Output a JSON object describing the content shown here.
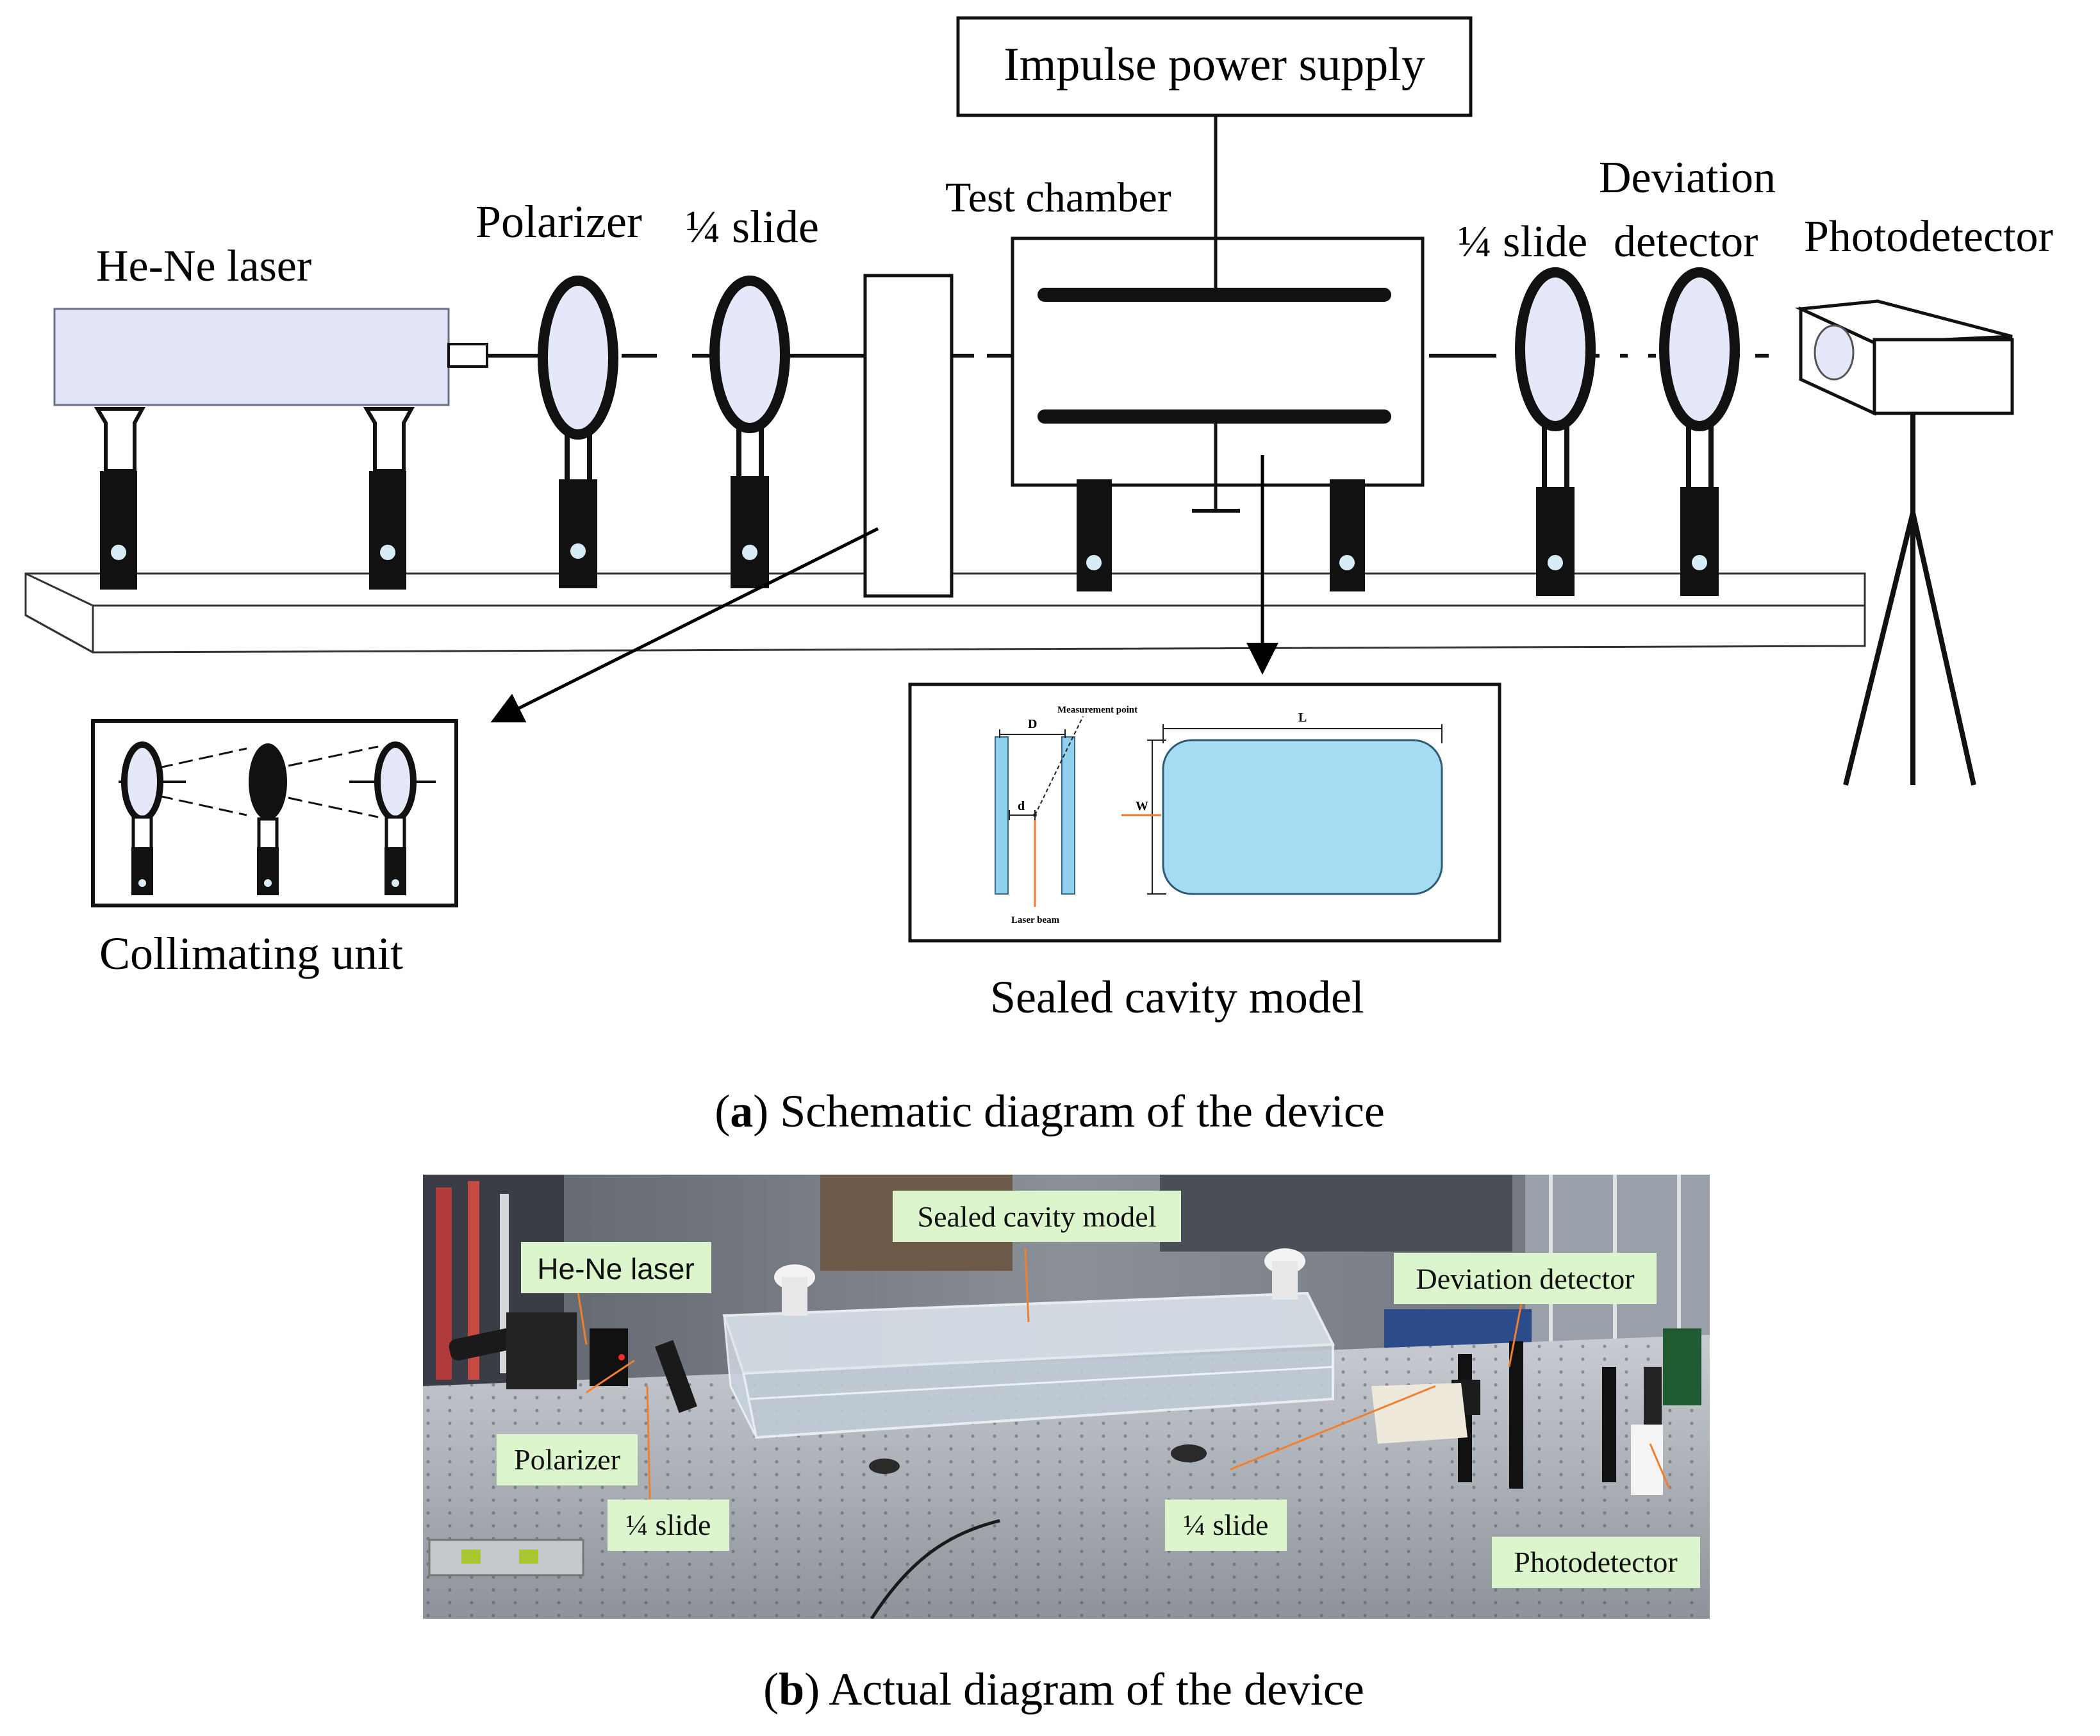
{
  "schematic": {
    "labels": {
      "impulse_power_supply": "Impulse power supply",
      "test_chamber": "Test chamber",
      "he_ne_laser": "He-Ne laser",
      "polarizer": "Polarizer",
      "quarter_slide_left": "¼ slide",
      "quarter_slide_right": "¼ slide",
      "deviation_detector_line1": "Deviation",
      "deviation_detector_line2": "detector",
      "photodetector": "Photodetector",
      "collimating_unit": "Collimating unit",
      "sealed_cavity_model": "Sealed cavity model"
    },
    "cavity_inset": {
      "measurement_point": "Measurement point",
      "dim_D": "D",
      "dim_d": "d",
      "dim_W": "W",
      "dim_L": "L",
      "laser_beam": "Laser beam"
    },
    "caption_letter": "a",
    "caption_text": " Schematic diagram of the device"
  },
  "photo": {
    "tags": {
      "he_ne_laser": "He-Ne laser",
      "sealed_cavity_model": "Sealed cavity model",
      "deviation_detector": "Deviation detector",
      "polarizer": "Polarizer",
      "quarter_slide_left": "¼ slide",
      "quarter_slide_right": "¼ slide",
      "photodetector": "Photodetector"
    },
    "caption_letter": "b",
    "caption_text": " Actual diagram of the device"
  },
  "colors": {
    "lens_fill": "#e4e8f8",
    "laser_fill": "#e1e5f5",
    "cavity_fill": "#a5dcf4",
    "cavity_plate": "#8fd0ee",
    "laser_beam_line": "#f07a2a",
    "tag_bg": "#dcf5cc"
  }
}
